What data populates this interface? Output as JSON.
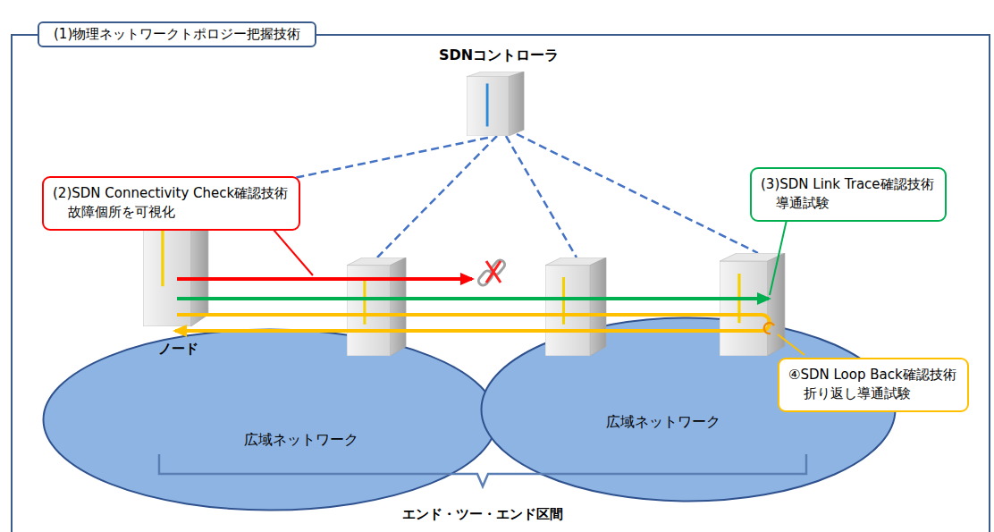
{
  "diagram": {
    "nodes": [
      {
        "text": [
          "(1)物理ネットワークトポロジー把握技術"
        ]
      },
      {
        "text": [
          "SDNコントローラ"
        ],
        "in": 0
      },
      {
        "text": [
          "広域ネットワーク"
        ],
        "in": 0
      },
      {
        "text": [
          "広域ネットワーク"
        ],
        "in": 0
      },
      {
        "text": [
          "ノード"
        ],
        "in": 0
      },
      {
        "text": [
          "(2)SDN Connectivity Check確認技術",
          "故障個所を可視化"
        ],
        "in": 0
      },
      {
        "text": [
          "(3)SDN Link Trace確認技術",
          "導通試験"
        ],
        "in": 0
      },
      {
        "text": [
          "④SDN Loop Back確認技術",
          "折り返し導通試験"
        ],
        "in": 0
      }
    ],
    "edges": [
      {
        "from": 1,
        "to": 4,
        "arrow": "none"
      }
    ],
    "labels": [
      "エンド・ツー・エンド区間"
    ]
  }
}
